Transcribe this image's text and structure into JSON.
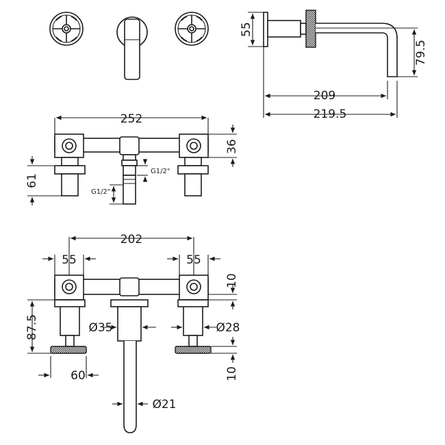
{
  "dimensions": {
    "side_height_55": "55",
    "side_height_79_5": "79.5",
    "side_projection_209": "209",
    "side_projection_219_5": "219.5",
    "plan_width_252": "252",
    "plan_depth_36": "36",
    "plan_height_61": "61",
    "thread_upper": "G1/2\"",
    "thread_lower": "G1/2\"",
    "front_centres_202": "202",
    "front_left_55": "55",
    "front_right_55": "55",
    "front_top_10": "10",
    "front_height_87_5": "87.5",
    "front_dia_35": "Ø35",
    "front_dia_28": "Ø28",
    "front_handle_60": "60",
    "front_bottom_10": "10",
    "front_dia_21": "Ø21"
  }
}
